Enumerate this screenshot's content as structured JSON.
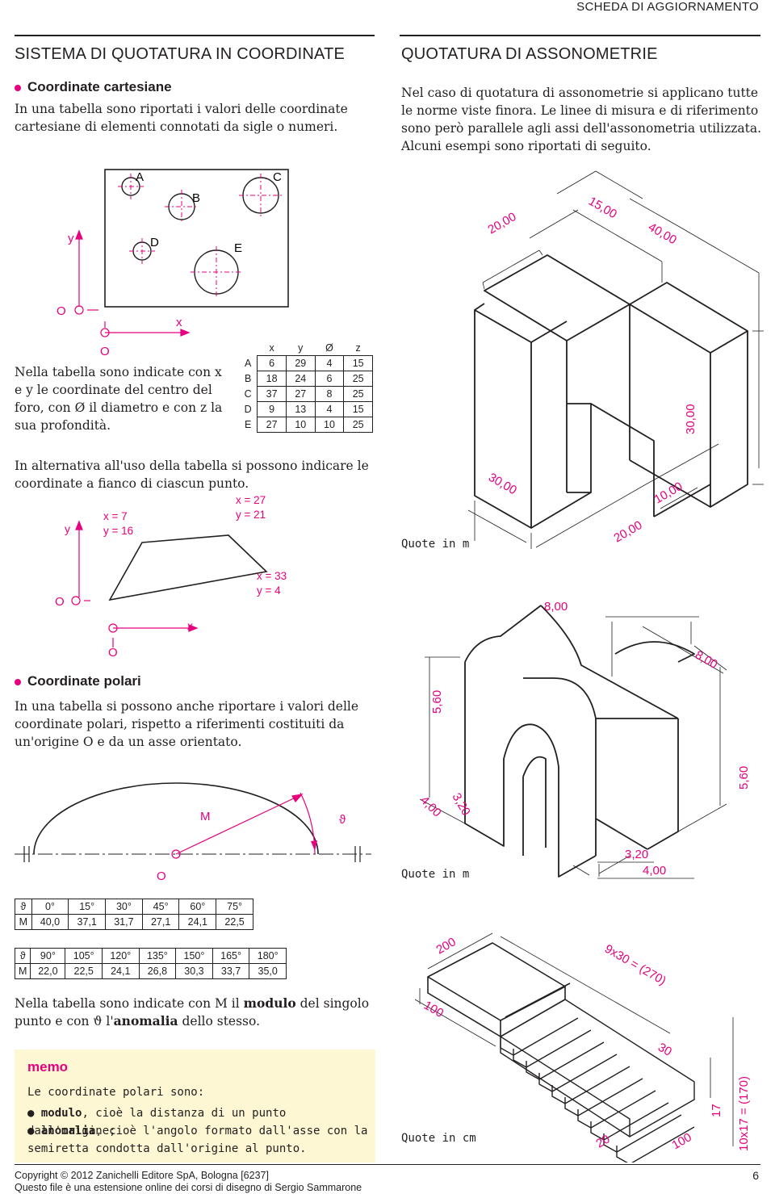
{
  "header": {
    "label": "SCHEDA DI AGGIORNAMENTO"
  },
  "left": {
    "title": "SISTEMA DI QUOTATURA IN COORDINATE",
    "cartesian": {
      "heading": "Coordinate cartesiane",
      "intro": "In una tabella sono riportati i valori delle coordinate cartesiane di elementi connotati da sigle o numeri.",
      "diagram_labels": {
        "y": "y",
        "x": "x",
        "o": "O",
        "a": "A",
        "b": "B",
        "c": "C",
        "d": "D",
        "e": "E"
      },
      "table_caption": "Nella tabella sono indicate con x e y le coordinate del centro del foro, con Ø il diametro e con z la sua profondità.",
      "table": {
        "headers": [
          "",
          "x",
          "y",
          "Ø",
          "z"
        ],
        "rows": [
          [
            "A",
            "6",
            "29",
            "4",
            "15"
          ],
          [
            "B",
            "18",
            "24",
            "6",
            "25"
          ],
          [
            "C",
            "37",
            "27",
            "8",
            "25"
          ],
          [
            "D",
            "9",
            "13",
            "4",
            "15"
          ],
          [
            "E",
            "27",
            "10",
            "10",
            "25"
          ]
        ]
      },
      "alt_text": "In alternativa all'uso della tabella si possono indicare le coordinate a fianco di ciascun punto.",
      "points": {
        "p1a": "x = 7",
        "p1b": "y = 16",
        "p2a": "x = 27",
        "p2b": "y = 21",
        "p3a": "x = 33",
        "p3b": "y = 4"
      }
    },
    "polar": {
      "heading": "Coordinate polari",
      "intro": "In una tabella si possono anche riportare i valori delle coordinate polari, rispetto a riferimenti costituiti da un'origine O e da un asse orientato.",
      "labels": {
        "m": "M",
        "theta": "ϑ",
        "o": "O"
      },
      "table1": [
        [
          "ϑ",
          "0°",
          "15°",
          "30°",
          "45°",
          "60°",
          "75°"
        ],
        [
          "M",
          "40,0",
          "37,1",
          "31,7",
          "27,1",
          "24,1",
          "22,5"
        ]
      ],
      "table2": [
        [
          "ϑ",
          "90°",
          "105°",
          "120°",
          "135°",
          "150°",
          "165°",
          "180°"
        ],
        [
          "M",
          "22,0",
          "22,5",
          "24,1",
          "26,8",
          "30,3",
          "33,7",
          "35,0"
        ]
      ],
      "caption_a": "Nella tabella sono indicate con M il ",
      "caption_b": "modulo",
      "caption_c": " del singolo punto e con ϑ l'",
      "caption_d": "anomalia",
      "caption_e": " dello stesso."
    },
    "memo": {
      "title": "memo",
      "line": "Le coordinate polari sono:",
      "item1_bold": "modulo",
      "item1_rest": ", cioè la distanza di un punto dall'origine;",
      "item2_bold": "anomalia",
      "item2_rest": ", cioè l'angolo formato dall'asse con la semiretta condotta dall'origine al punto."
    }
  },
  "right": {
    "title": "QUOTATURA DI ASSONOMETRIE",
    "intro": "Nel caso di quotatura di assonometrie si applicano tutte le norme viste finora. Le linee di misura e di riferimento sono però parallele agli assi dell'assonometria utilizzata. Alcuni esempi sono riportati di seguito.",
    "fig1": {
      "d1": "20,00",
      "d2": "15,00",
      "d3": "40,00",
      "d4": "30,00",
      "d5": "30,00",
      "d6": "10,00",
      "d7": "20,00",
      "unit": "Quote in m"
    },
    "fig2": {
      "d1": "8,00",
      "d2": "8,00",
      "d3": "5,60",
      "d4": "5,60",
      "d5": "4,00",
      "d6": "3,20",
      "d7": "3,20",
      "d8": "4,00",
      "unit": "Quote in m"
    },
    "fig3": {
      "d1": "200",
      "d2": "9x30 = (270)",
      "d3": "100",
      "d4": "30",
      "d5": "17",
      "d6": "10x17 = (170)",
      "d7": "20",
      "d8": "100",
      "unit": "Quote in cm"
    }
  },
  "footer": {
    "copyright": "Copyright © 2012 Zanichelli Editore SpA, Bologna [6237]",
    "note": "Questo file è una estensione online dei corsi di disegno di Sergio Sammarone",
    "page": "6"
  },
  "colors": {
    "accent": "#e6007e",
    "text": "#231f20",
    "memo_bg": "#fdf7d3"
  }
}
